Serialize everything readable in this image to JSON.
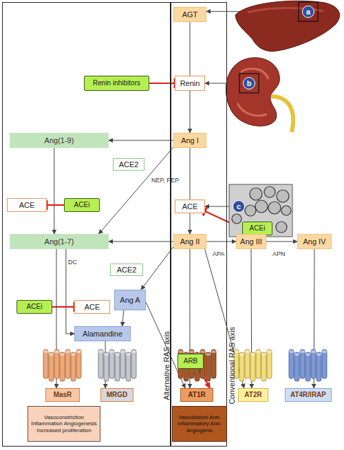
{
  "diagram": {
    "nodes": [
      {
        "text": [
          "Alternative RAS axis"
        ]
      },
      {
        "text": [
          "Conventional RAS axis"
        ]
      },
      {
        "text": [
          "AGT"
        ],
        "in": 1
      },
      {
        "text": [
          "a"
        ]
      },
      {
        "text": [
          "Renin inhibitors"
        ],
        "in": 0
      },
      {
        "text": [
          "Renin"
        ],
        "in": 1
      },
      {
        "text": [
          "b"
        ]
      },
      {
        "text": [
          "Ang(1-9)"
        ],
        "in": 0
      },
      {
        "text": [
          "Ang I"
        ],
        "in": 1
      },
      {
        "text": [
          "ACE2"
        ],
        "in": 0
      },
      {
        "text": [
          "ACE"
        ],
        "in": 0
      },
      {
        "text": [
          "ACEi"
        ],
        "in": 0
      },
      {
        "text": [
          "ACE"
        ],
        "in": 1
      },
      {
        "text": [
          "c"
        ]
      },
      {
        "text": [
          "ACEi"
        ]
      },
      {
        "text": [
          "Ang(1-7)"
        ],
        "in": 0
      },
      {
        "text": [
          "Ang II"
        ],
        "in": 1
      },
      {
        "text": [
          "Ang III"
        ]
      },
      {
        "text": [
          "Ang IV"
        ]
      },
      {
        "text": [
          "ACE2"
        ],
        "in": 0
      },
      {
        "text": [
          "Ang A"
        ],
        "in": 0
      },
      {
        "text": [
          "ACE"
        ],
        "in": 0
      },
      {
        "text": [
          "ACEi"
        ],
        "in": 0
      },
      {
        "text": [
          "Alamandine"
        ],
        "in": 0
      },
      {
        "text": [
          "ARB"
        ],
        "in": 1
      },
      {
        "text": [
          "MasR"
        ],
        "in": 0
      },
      {
        "text": [
          "MRGD"
        ],
        "in": 0
      },
      {
        "text": [
          "AT1R"
        ],
        "in": 1
      },
      {
        "text": [
          "AT2R"
        ]
      },
      {
        "text": [
          "AT4R/IRAP"
        ]
      },
      {
        "text": [
          "Vasoconstriction Inflammation Angiogenesis Increased proliferation"
        ],
        "in": 0
      },
      {
        "text": [
          "Vasodilation Anti-inflammatory Anti-angiogenic"
        ],
        "in": 1
      }
    ],
    "edges": [
      {
        "from": 3,
        "to": 2,
        "arrow": "to"
      },
      {
        "from": 6,
        "to": 5,
        "arrow": "to"
      },
      {
        "from": 2,
        "to": 8,
        "arrow": "to"
      },
      {
        "from": 4,
        "to": 5,
        "arrow": "to"
      },
      {
        "from": 8,
        "to": 7,
        "arrow": "to"
      },
      {
        "from": 8,
        "to": 15,
        "label": "NEP, PEP",
        "arrow": "to"
      },
      {
        "from": 7,
        "to": 15,
        "arrow": "to"
      },
      {
        "from": 11,
        "to": 10,
        "arrow": "to"
      },
      {
        "from": 8,
        "to": 16,
        "arrow": "to"
      },
      {
        "from": 13,
        "to": 12,
        "arrow": "to"
      },
      {
        "from": 14,
        "to": 12,
        "arrow": "to"
      },
      {
        "from": 16,
        "to": 15,
        "arrow": "to"
      },
      {
        "from": 16,
        "to": 17,
        "label": "APA",
        "arrow": "to"
      },
      {
        "from": 17,
        "to": 18,
        "label": "APN",
        "arrow": "to"
      },
      {
        "from": 15,
        "to": 23,
        "label": "DC",
        "arrow": "to"
      },
      {
        "from": 16,
        "to": 20,
        "arrow": "to"
      },
      {
        "from": 20,
        "to": 23,
        "arrow": "to"
      },
      {
        "from": 22,
        "to": 21,
        "arrow": "to"
      },
      {
        "from": 15,
        "to": 25,
        "arrow": "to"
      },
      {
        "from": 23,
        "to": 26,
        "arrow": "to"
      },
      {
        "from": 20,
        "to": 27,
        "arrow": "to"
      },
      {
        "from": 16,
        "to": 27,
        "arrow": "to"
      },
      {
        "from": 24,
        "to": 27,
        "arrow": "to"
      },
      {
        "from": 16,
        "to": 28,
        "arrow": "to"
      },
      {
        "from": 17,
        "to": 28,
        "arrow": "to"
      },
      {
        "from": 18,
        "to": 29,
        "arrow": "to"
      }
    ]
  }
}
